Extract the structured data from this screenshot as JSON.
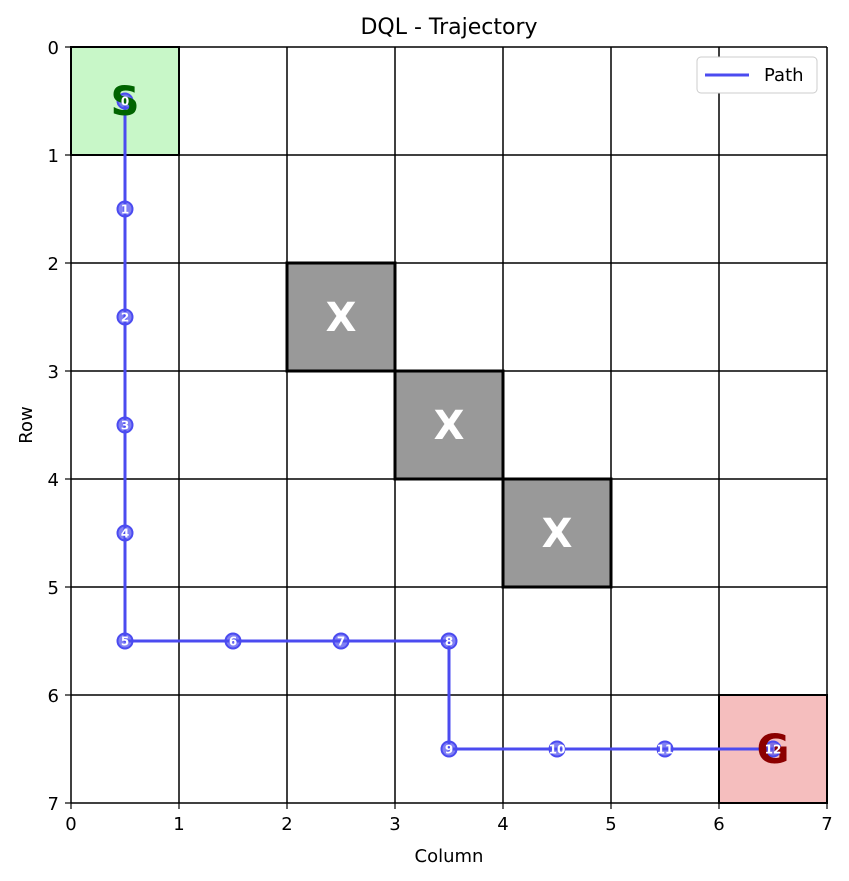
{
  "chart_data": {
    "type": "line",
    "title": "DQL - Trajectory",
    "xlabel": "Column",
    "ylabel": "Row",
    "xlim": [
      0,
      7
    ],
    "ylim": [
      7,
      0
    ],
    "y_inverted": true,
    "grid": true,
    "x_ticks": [
      "0",
      "1",
      "2",
      "3",
      "4",
      "5",
      "6",
      "7"
    ],
    "y_ticks": [
      "0",
      "1",
      "2",
      "3",
      "4",
      "5",
      "6",
      "7"
    ],
    "legend": {
      "placement": "top-right",
      "entries": [
        "Path"
      ]
    },
    "colors": {
      "path": "#4b4bf0",
      "start_fill": "#c8f7c8",
      "start_text": "#006400",
      "goal_fill": "#f5bebe",
      "goal_text": "#8b0000",
      "obstacle_fill": "#999999",
      "grid": "#000000"
    },
    "start": {
      "row": 0,
      "col": 0,
      "label": "S"
    },
    "goal": {
      "row": 6,
      "col": 6,
      "label": "G"
    },
    "obstacles": [
      {
        "row": 2,
        "col": 2,
        "label": "X"
      },
      {
        "row": 3,
        "col": 3,
        "label": "X"
      },
      {
        "row": 4,
        "col": 4,
        "label": "X"
      }
    ],
    "series": [
      {
        "name": "Path",
        "points": [
          {
            "step": "0",
            "x": 0.5,
            "y": 0.5
          },
          {
            "step": "1",
            "x": 0.5,
            "y": 1.5
          },
          {
            "step": "2",
            "x": 0.5,
            "y": 2.5
          },
          {
            "step": "3",
            "x": 0.5,
            "y": 3.5
          },
          {
            "step": "4",
            "x": 0.5,
            "y": 4.5
          },
          {
            "step": "5",
            "x": 0.5,
            "y": 5.5
          },
          {
            "step": "6",
            "x": 1.5,
            "y": 5.5
          },
          {
            "step": "7",
            "x": 2.5,
            "y": 5.5
          },
          {
            "step": "8",
            "x": 3.5,
            "y": 5.5
          },
          {
            "step": "9",
            "x": 3.5,
            "y": 6.5
          },
          {
            "step": "10",
            "x": 4.5,
            "y": 6.5
          },
          {
            "step": "11",
            "x": 5.5,
            "y": 6.5
          },
          {
            "step": "12",
            "x": 6.5,
            "y": 6.5
          }
        ]
      }
    ]
  }
}
